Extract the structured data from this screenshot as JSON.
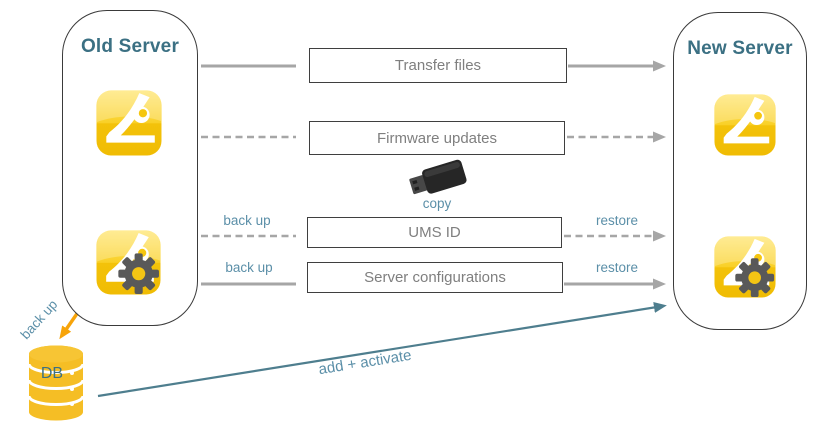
{
  "diagram": {
    "old_server": {
      "title": "Old Server"
    },
    "new_server": {
      "title": "New Server"
    },
    "steps": [
      {
        "label": "Transfer files",
        "line_style": "solid",
        "direction": "old-to-new"
      },
      {
        "label": "Firmware updates",
        "line_style": "dashed",
        "direction": "old-to-new"
      },
      {
        "label": "UMS ID",
        "line_style": "dashed",
        "direction": "old-to-new",
        "left_label": "back up",
        "right_label": "restore"
      },
      {
        "label": "Server configurations",
        "line_style": "solid",
        "direction": "old-to-new",
        "left_label": "back up",
        "right_label": "restore"
      }
    ],
    "usb": {
      "caption": "copy"
    },
    "database": {
      "label": "DB",
      "backup_label": "back up"
    },
    "add_activate_label": "add + activate",
    "icons": {
      "old_top": "igel-ums-console-icon",
      "old_bottom": "igel-ums-server-gear-icon",
      "new_top": "igel-ums-console-icon",
      "new_bottom": "igel-ums-server-gear-icon",
      "middle": "usb-stick-icon",
      "bottom_left": "database-cylinder-icon"
    },
    "colors": {
      "teal_heading": "#3B7083",
      "teal_label": "#5B8FA8",
      "teal_line": "#4E7E8E",
      "orange_arrow": "#F7A40A",
      "icon_yellow": "#F5C21D",
      "gray_line": "#A6A6A6",
      "gray_text": "#7F7F7F",
      "box_border": "#3F3F3F"
    }
  }
}
